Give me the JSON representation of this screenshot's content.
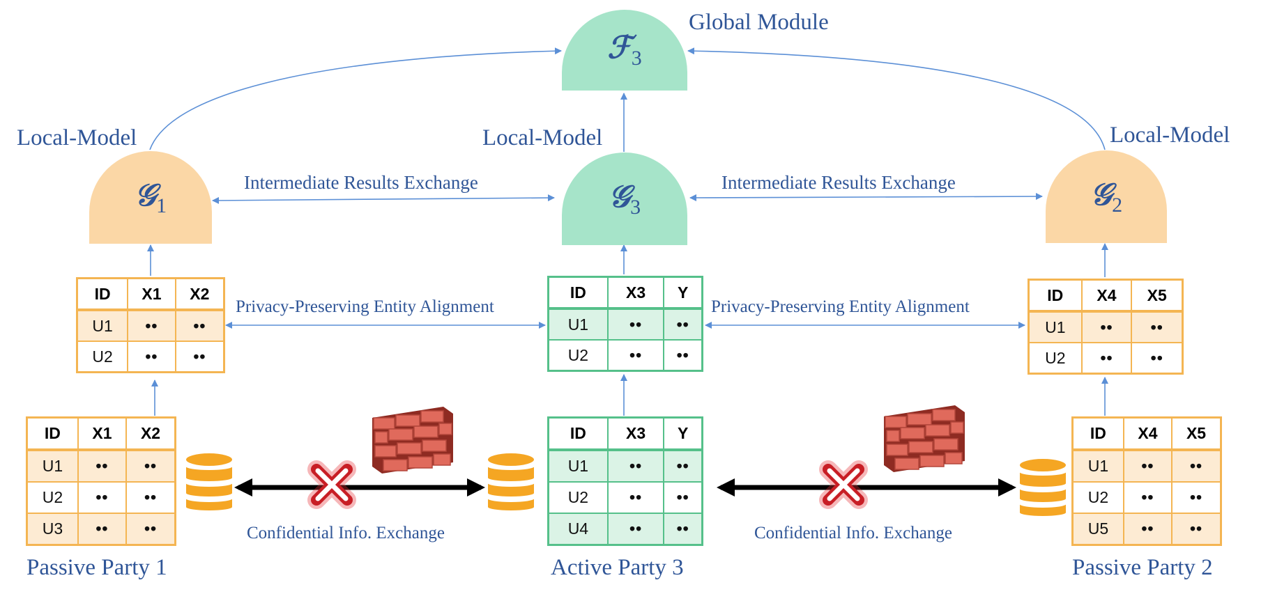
{
  "global_module": {
    "label": "Global Module",
    "symbol": "ℱ",
    "subscript": "3"
  },
  "local_models": {
    "left": {
      "label": "Local-Model",
      "symbol": "𝒢",
      "subscript": "1"
    },
    "center": {
      "label": "Local-Model",
      "symbol": "𝒢",
      "subscript": "3"
    },
    "right": {
      "label": "Local-Model",
      "symbol": "𝒢",
      "subscript": "2"
    }
  },
  "exchanges": {
    "intermediate_left": "Intermediate Results Exchange",
    "intermediate_right": "Intermediate Results Exchange",
    "alignment_left": "Privacy-Preserving Entity Alignment",
    "alignment_right": "Privacy-Preserving Entity Alignment",
    "confidential_left": "Confidential Info. Exchange",
    "confidential_right": "Confidential Info. Exchange"
  },
  "parties": {
    "passive1": "Passive Party 1",
    "active3": "Active Party 3",
    "passive2": "Passive Party 2"
  },
  "tables": {
    "aligned_p1": {
      "headers": [
        "ID",
        "X1",
        "X2"
      ],
      "rows": [
        [
          "U1",
          "••",
          "••"
        ],
        [
          "U2",
          "••",
          "••"
        ]
      ]
    },
    "aligned_a3": {
      "headers": [
        "ID",
        "X3",
        "Y"
      ],
      "rows": [
        [
          "U1",
          "••",
          "••"
        ],
        [
          "U2",
          "••",
          "••"
        ]
      ]
    },
    "aligned_p2": {
      "headers": [
        "ID",
        "X4",
        "X5"
      ],
      "rows": [
        [
          "U1",
          "••",
          "••"
        ],
        [
          "U2",
          "••",
          "••"
        ]
      ]
    },
    "raw_p1": {
      "headers": [
        "ID",
        "X1",
        "X2"
      ],
      "rows": [
        [
          "U1",
          "••",
          "••"
        ],
        [
          "U2",
          "••",
          "••"
        ],
        [
          "U3",
          "••",
          "••"
        ]
      ]
    },
    "raw_a3": {
      "headers": [
        "ID",
        "X3",
        "Y"
      ],
      "rows": [
        [
          "U1",
          "••",
          "••"
        ],
        [
          "U2",
          "••",
          "••"
        ],
        [
          "U4",
          "••",
          "••"
        ]
      ]
    },
    "raw_p2": {
      "headers": [
        "ID",
        "X4",
        "X5"
      ],
      "rows": [
        [
          "U1",
          "••",
          "••"
        ],
        [
          "U2",
          "••",
          "••"
        ],
        [
          "U5",
          "••",
          "••"
        ]
      ]
    }
  },
  "icons": [
    "database-icon",
    "firewall-icon",
    "blocked-x-icon"
  ],
  "colors": {
    "label_blue": "#2f5597",
    "orange": "#f4b552",
    "green": "#55c08a",
    "arrow_blue": "#5b8fd6"
  }
}
